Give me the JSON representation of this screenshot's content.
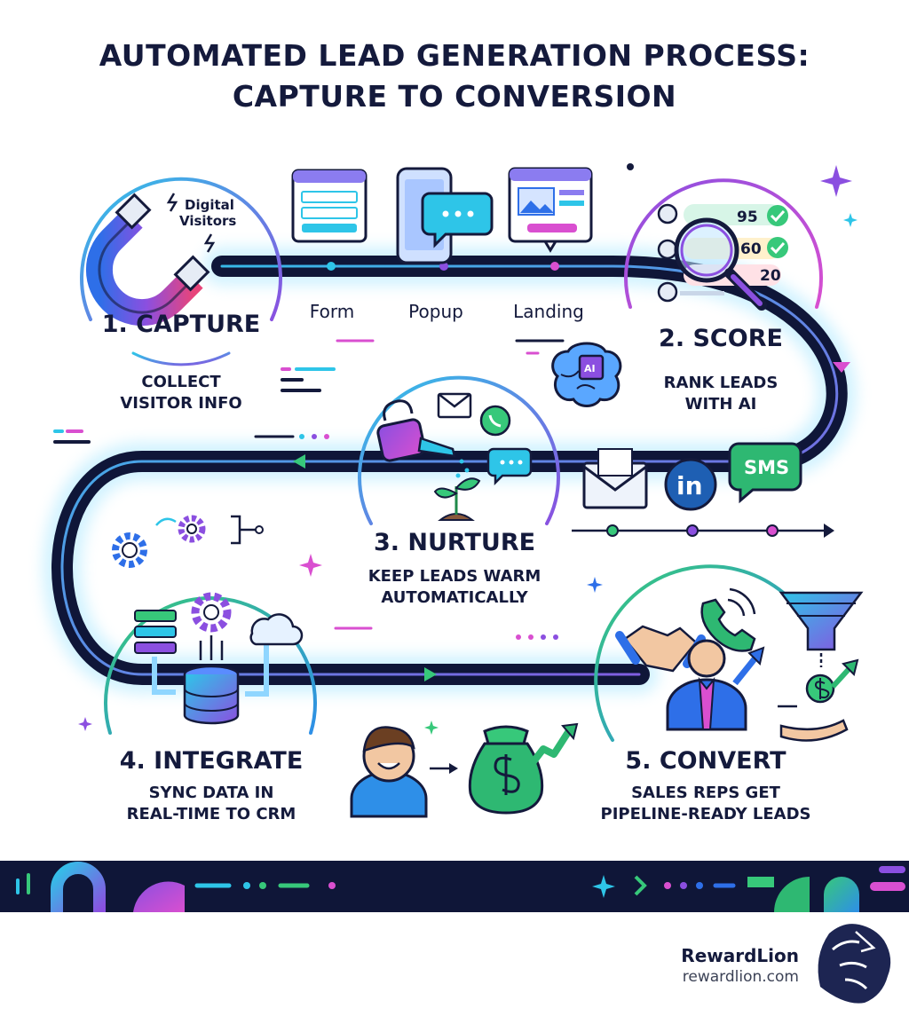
{
  "title_line1": "AUTOMATED LEAD GENERATION PROCESS:",
  "title_line2": "CAPTURE TO CONVERSION",
  "steps": [
    {
      "title": "1. CAPTURE",
      "desc_line1": "COLLECT",
      "desc_line2": "VISITOR INFO",
      "icon_label_line1": "Digital",
      "icon_label_line2": "Visitors"
    },
    {
      "title": "2. SCORE",
      "desc_line1": "RANK LEADS",
      "desc_line2": "WITH AI",
      "scores": [
        "95",
        "60",
        "20"
      ],
      "ai_label": "AI"
    },
    {
      "title": "3. NURTURE",
      "desc_line1": "KEEP LEADS WARM",
      "desc_line2": "AUTOMATICALLY",
      "channel_badges": [
        "in",
        "SMS"
      ]
    },
    {
      "title": "4. INTEGRATE",
      "desc_line1": "SYNC DATA IN",
      "desc_line2": "REAL-TIME TO CRM"
    },
    {
      "title": "5. CONVERT",
      "desc_line1": "SALES REPS GET",
      "desc_line2": "PIPELINE-READY LEADS"
    }
  ],
  "capture_channels": [
    "Form",
    "Popup",
    "Landing"
  ],
  "brand": {
    "name": "RewardLion",
    "url": "rewardlion.com"
  },
  "colors": {
    "navy": "#141a3c",
    "cyan": "#2ec5e8",
    "purple": "#8b4fe0",
    "magenta": "#d94fd0",
    "green": "#37c87a"
  }
}
